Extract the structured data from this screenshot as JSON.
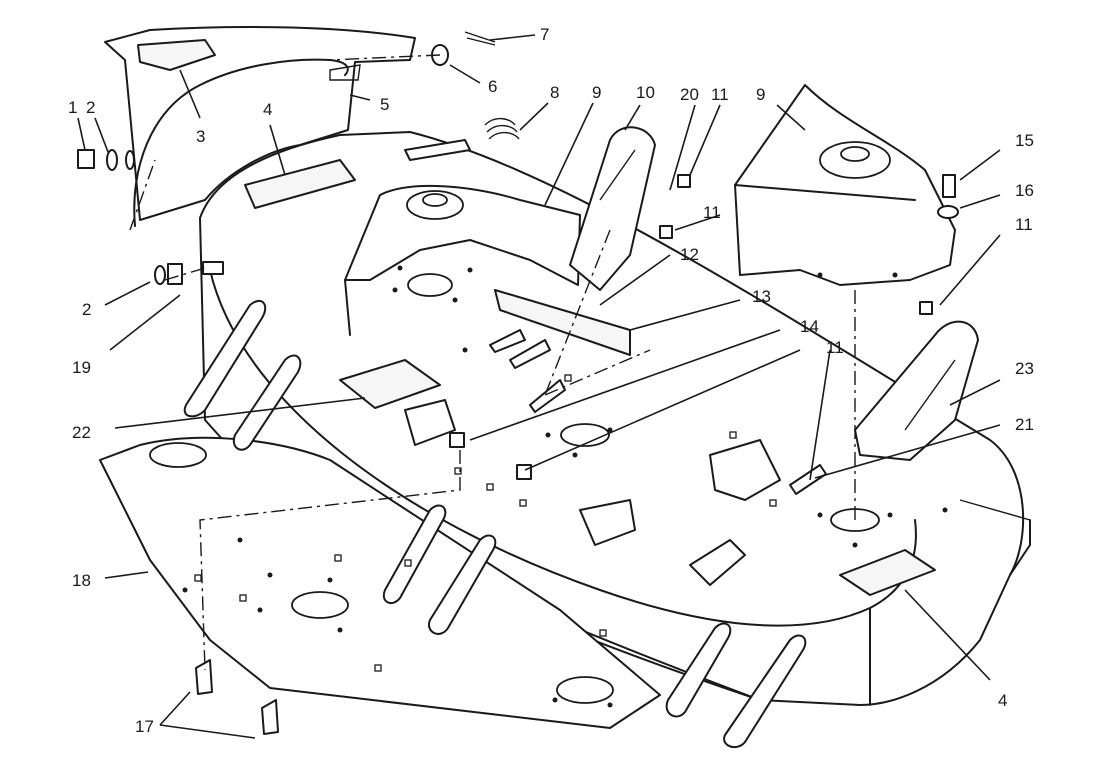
{
  "callouts": {
    "n1": "1",
    "n2a": "2",
    "n2b": "2",
    "n3": "3",
    "n4a": "4",
    "n4b": "4",
    "n5": "5",
    "n6": "6",
    "n7": "7",
    "n8": "8",
    "n9a": "9",
    "n9b": "9",
    "n10": "10",
    "n11a": "11",
    "n11b": "11",
    "n11c": "11",
    "n11d": "11",
    "n12": "12",
    "n13": "13",
    "n14": "14",
    "n15": "15",
    "n16": "16",
    "n17": "17",
    "n18": "18",
    "n19": "19",
    "n20": "20",
    "n21": "21",
    "n22": "22",
    "n23": "23"
  }
}
